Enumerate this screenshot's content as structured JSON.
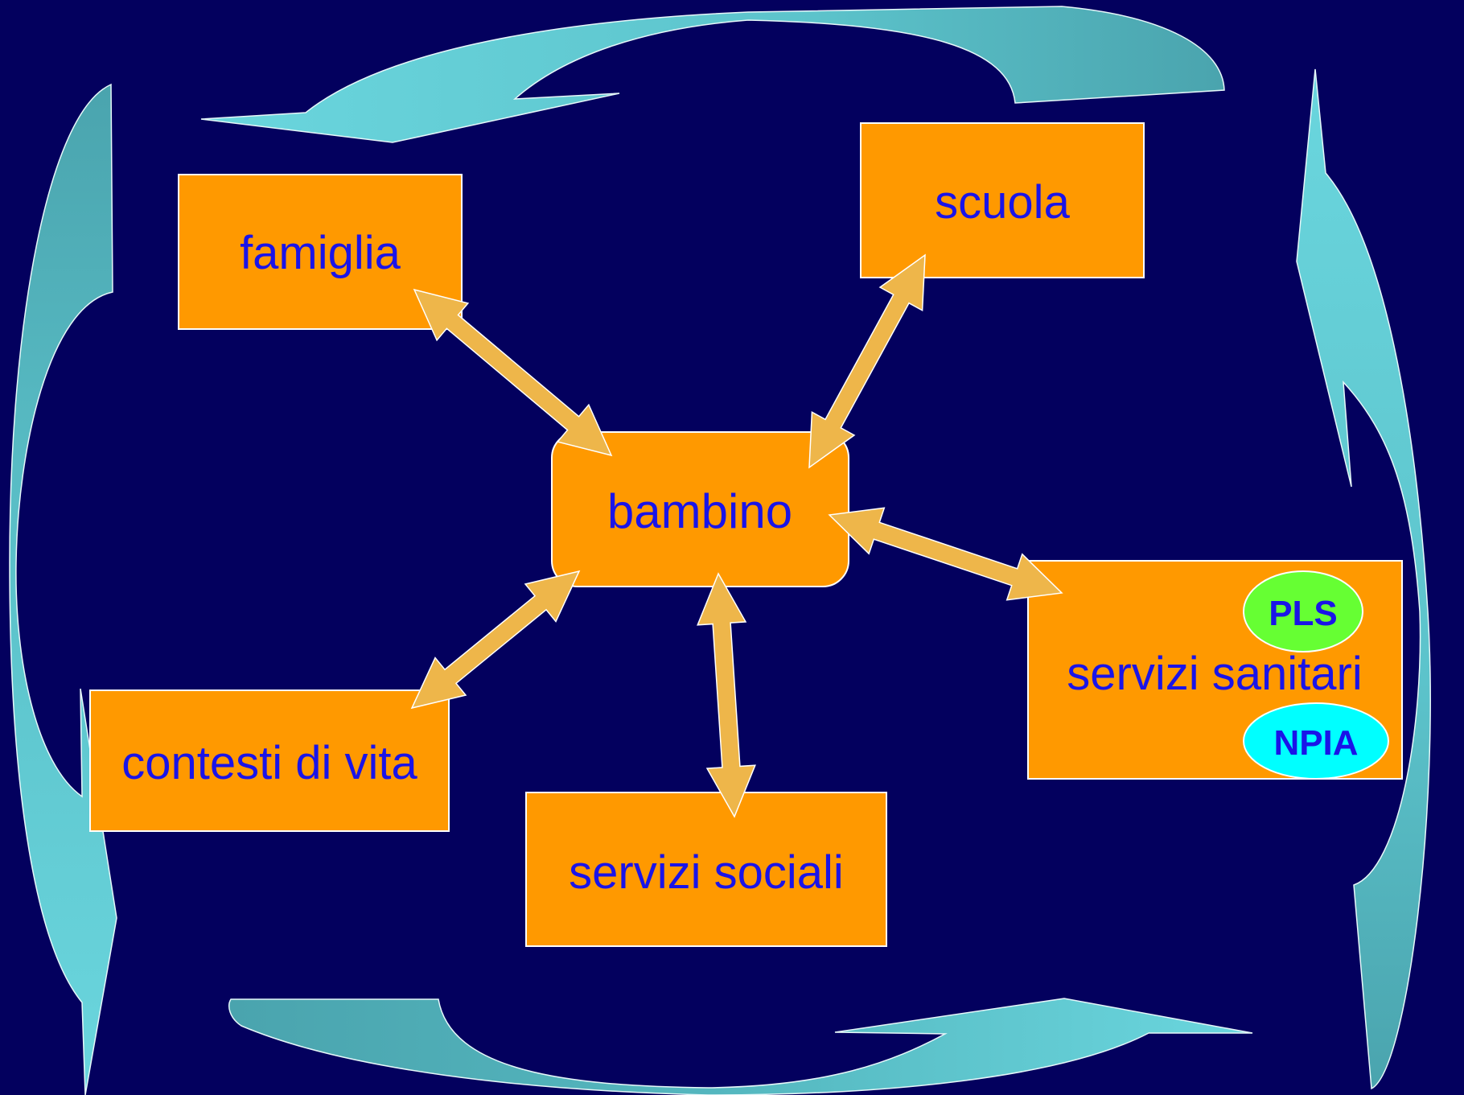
{
  "diagram": {
    "center": {
      "label": "bambino"
    },
    "nodes": {
      "famiglia": {
        "label": "famiglia"
      },
      "scuola": {
        "label": "scuola"
      },
      "contesti": {
        "label": "contesti di vita"
      },
      "sociali": {
        "label": "servizi sociali"
      },
      "sanitari": {
        "label": "servizi sanitari"
      }
    },
    "badges": {
      "pls": {
        "label": "PLS",
        "color": "#66ff33"
      },
      "npia": {
        "label": "NPIA",
        "color": "#00ffff"
      }
    }
  },
  "colors": {
    "background": "#03005e",
    "box_fill": "#ff9900",
    "box_border": "#ffffff",
    "text": "#1a14e8",
    "connector_arrow": "#eeb64a",
    "cycle_arrow_light": "#66d3da",
    "cycle_arrow_dark": "#4ea6b0"
  }
}
